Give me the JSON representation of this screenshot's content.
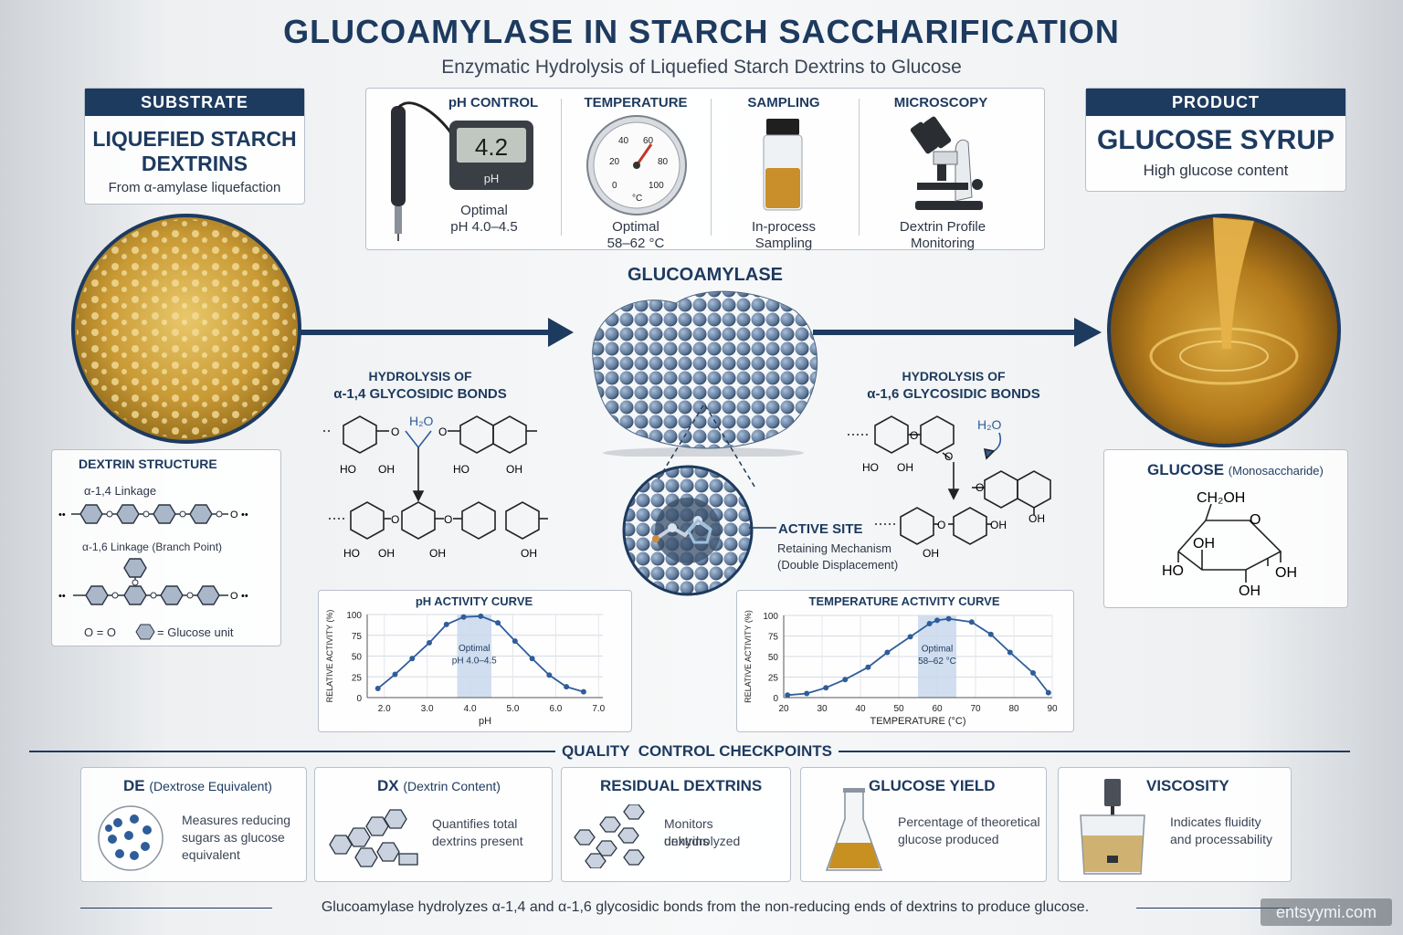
{
  "header": {
    "title": "GLUCOAMYLASE IN STARCH SACCHARIFICATION",
    "subtitle": "Enzymatic Hydrolysis of Liquefied Starch Dextrins to Glucose"
  },
  "substrate": {
    "header": "SUBSTRATE",
    "name_line1": "LIQUEFIED STARCH",
    "name_line2": "DEXTRINS",
    "note": "From α-amylase liquefaction"
  },
  "product": {
    "header": "PRODUCT",
    "name": "GLUCOSE SYRUP",
    "note": "High glucose content"
  },
  "tools": {
    "ph": {
      "title": "pH CONTROL",
      "reading": "4.2",
      "unit": "pH",
      "note1": "Optimal",
      "note2": "pH 4.0–4.5"
    },
    "temperature": {
      "title": "TEMPERATURE",
      "dial": [
        "20",
        "40",
        "60",
        "80",
        "100",
        "0"
      ],
      "unit": "°C",
      "note1": "Optimal",
      "note2": "58–62 °C"
    },
    "sampling": {
      "title": "SAMPLING",
      "note1": "In-process",
      "note2": "Sampling"
    },
    "microscopy": {
      "title": "MICROSCOPY",
      "note1": "Dextrin Profile",
      "note2": "Monitoring"
    }
  },
  "enzyme": {
    "label": "GLUCOAMYLASE",
    "active_site": "ACTIVE SITE",
    "mechanism1": "Retaining Mechanism",
    "mechanism2": "(Double Displacement)"
  },
  "hydrolysis14": {
    "line1": "HYDROLYSIS OF",
    "line2": "α-1,4 GLYCOSIDIC BONDS",
    "water": "H₂O",
    "ho": "HO",
    "oh": "OH",
    "o": "O"
  },
  "hydrolysis16": {
    "line1": "HYDROLYSIS OF",
    "line2": "α-1,6 GLYCOSIDIC BONDS",
    "water": "H₂O",
    "ho": "HO",
    "oh": "OH",
    "o": "O"
  },
  "dextrin_structure": {
    "title": "DEXTRIN STRUCTURE",
    "linkage14": "α-1,4 Linkage",
    "linkage16": "α-1,6 Linkage (Branch Point)",
    "dots": "••",
    "o": "O",
    "legend_o": "O = O",
    "legend_glucose": "= Glucose unit"
  },
  "glucose": {
    "title": "GLUCOSE",
    "subtitle": "(Monosaccharide)",
    "ch2oh": "CH₂OH",
    "o": "O",
    "oh": "OH",
    "ho": "HO"
  },
  "colors": {
    "navy": "#1d3a5f",
    "curve": "#2f5d9a",
    "optimal_band": "#c9d8ec"
  },
  "chart_data": [
    {
      "type": "line",
      "title": "pH ACTIVITY CURVE",
      "xlabel": "pH",
      "ylabel": "RELATIVE ACTIVITY (%)",
      "xlim": [
        1.6,
        7.1
      ],
      "ylim": [
        0,
        100
      ],
      "xticks": [
        2.0,
        3.0,
        4.0,
        5.0,
        6.0,
        7.0
      ],
      "xtick_labels": [
        "2.0",
        "3.0",
        "4.0",
        "5.0",
        "6.0",
        "7.0"
      ],
      "yticks": [
        0,
        25,
        50,
        75,
        100
      ],
      "grid": true,
      "x": [
        1.85,
        2.25,
        2.65,
        3.05,
        3.45,
        3.85,
        4.25,
        4.65,
        5.05,
        5.45,
        5.85,
        6.25,
        6.65
      ],
      "y": [
        11,
        28,
        47,
        66,
        88,
        97,
        98,
        90,
        68,
        47,
        27,
        13,
        7
      ],
      "band": [
        3.7,
        4.5
      ],
      "band_label1": "Optimal",
      "band_label2": "pH 4.0–4.5"
    },
    {
      "type": "line",
      "title": "TEMPERATURE ACTIVITY CURVE",
      "xlabel": "TEMPERATURE (°C)",
      "ylabel": "RELATIVE ACTIVITY (%)",
      "xlim": [
        20,
        90
      ],
      "ylim": [
        0,
        100
      ],
      "xticks": [
        20,
        30,
        40,
        50,
        60,
        70,
        80,
        90
      ],
      "xtick_labels": [
        "20",
        "30",
        "40",
        "50",
        "60",
        "70",
        "80",
        "90"
      ],
      "yticks": [
        0,
        25,
        50,
        75,
        100
      ],
      "grid": true,
      "x": [
        21,
        26,
        31,
        36,
        42,
        47,
        53,
        58,
        60,
        63,
        69,
        74,
        79,
        85,
        89
      ],
      "y": [
        3,
        5,
        12,
        22,
        37,
        55,
        74,
        90,
        94,
        96,
        92,
        77,
        55,
        30,
        6
      ],
      "band": [
        55,
        65
      ],
      "band_label1": "Optimal",
      "band_label2": "58–62 °C"
    }
  ],
  "qc": {
    "title": "QUALITY  CONTROL CHECKPOINTS",
    "items": [
      {
        "title": "DE",
        "paren": "(Dextrose Equivalent)",
        "d1": "Measures reducing",
        "d2": "sugars as glucose",
        "d3": "equivalent"
      },
      {
        "title": "DX",
        "paren": "(Dextrin Content)",
        "d1": "Quantifies total",
        "d2": "dextrins present",
        "d3": ""
      },
      {
        "title": "RESIDUAL DEXTRINS",
        "paren": "",
        "d1": "Monitors unhydrolyzed",
        "d2": "dextrins",
        "d3": ""
      },
      {
        "title": "GLUCOSE YIELD",
        "paren": "",
        "d1": "Percentage of theoretical",
        "d2": "glucose produced",
        "d3": ""
      },
      {
        "title": "VISCOSITY",
        "paren": "",
        "d1": "Indicates fluidity",
        "d2": "and processability",
        "d3": ""
      }
    ]
  },
  "footer": {
    "text": "Glucoamylase hydrolyzes α-1,4 and α-1,6 glycosidic bonds from the non-reducing ends of dextrins to produce glucose.",
    "watermark": "entsyymi.com"
  }
}
